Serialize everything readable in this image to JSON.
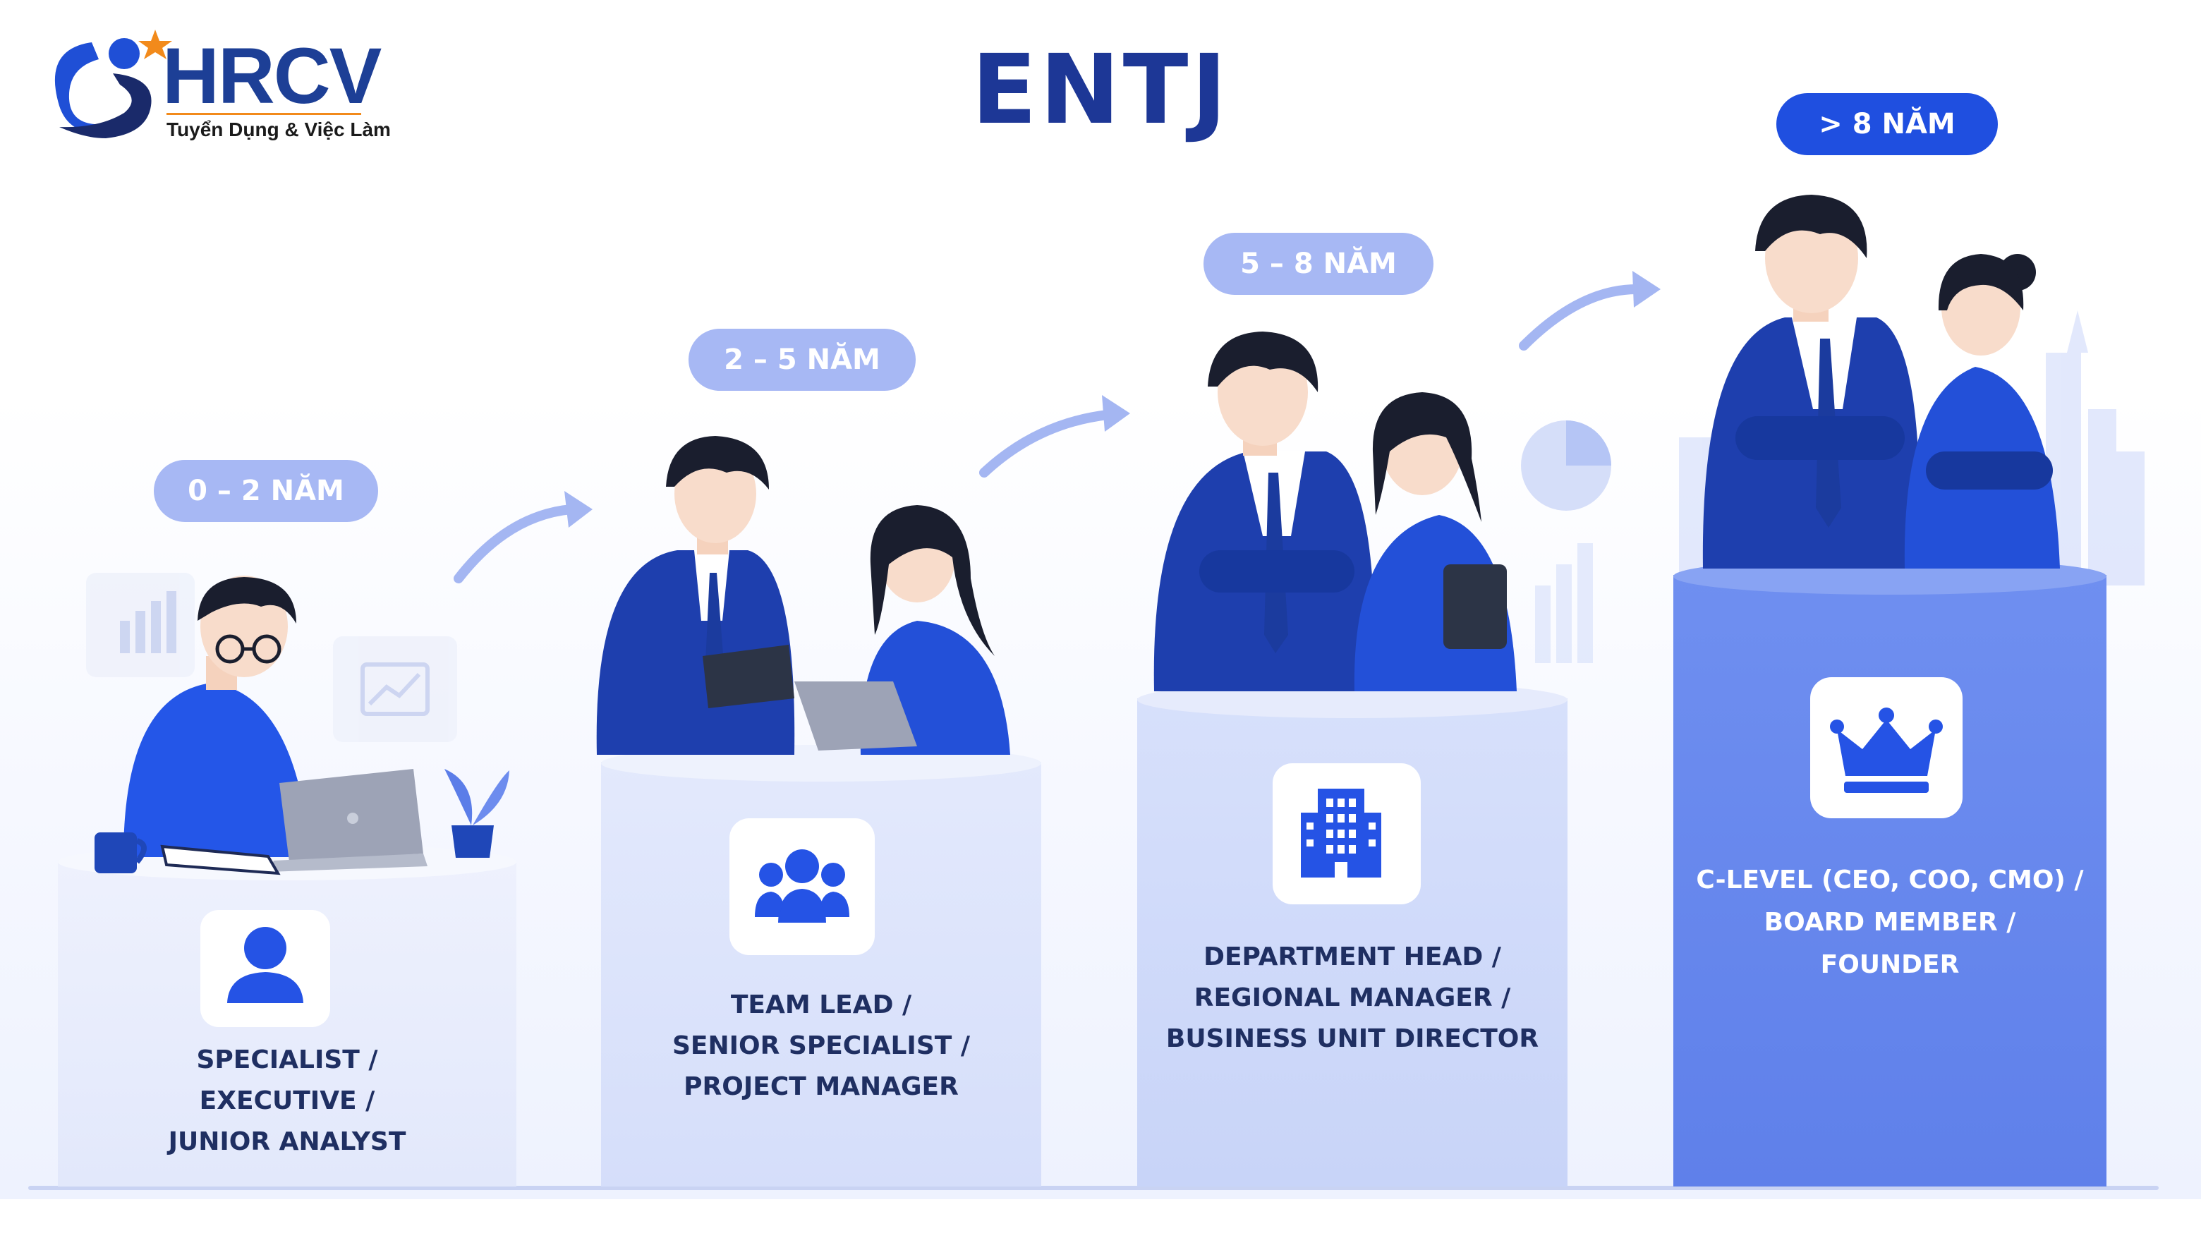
{
  "logo": {
    "brand": "HRCV",
    "tagline": "Tuyển Dụng & Việc Làm"
  },
  "title": "ENTJ",
  "colors": {
    "primary": "#1f4fe0",
    "navy_text": "#1d3796",
    "pill_light": "#a7b8f4",
    "accent_orange": "#f28a1b"
  },
  "stages": [
    {
      "years": "0 – 2 NĂM",
      "icon": "user-icon",
      "role_lines": [
        "SPECIALIST /",
        "EXECUTIVE /",
        "JUNIOR ANALYST"
      ]
    },
    {
      "years": "2 – 5 NĂM",
      "icon": "team-icon",
      "role_lines": [
        "TEAM LEAD /",
        "SENIOR SPECIALIST /",
        "PROJECT MANAGER"
      ]
    },
    {
      "years": "5 – 8 NĂM",
      "icon": "office-building-icon",
      "role_lines": [
        "DEPARTMENT HEAD /",
        "REGIONAL MANAGER /",
        "BUSINESS UNIT DIRECTOR"
      ]
    },
    {
      "years": "> 8 NĂM",
      "icon": "crown-icon",
      "role_lines": [
        "C-LEVEL (CEO, COO, CMO) /",
        "BOARD MEMBER /",
        "FOUNDER"
      ]
    }
  ]
}
